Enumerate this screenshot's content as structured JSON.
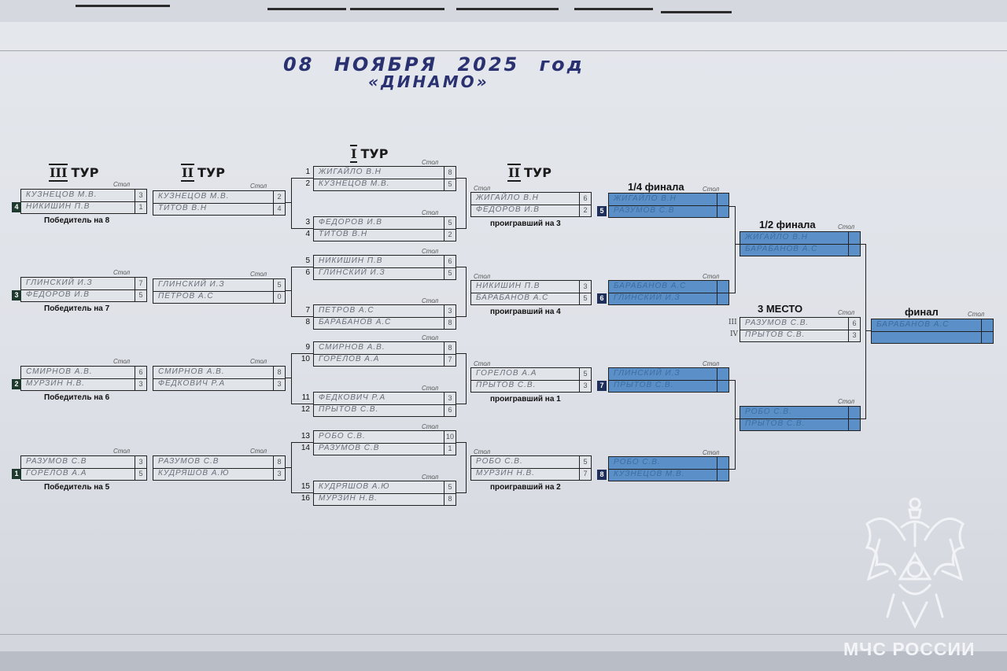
{
  "header": {
    "date": "08 НОЯБРЯ 2025 год",
    "venue": "«ДИНАМО»"
  },
  "rounds": {
    "r3": "ТУР",
    "r3_roman": "III",
    "r2_left": "ТУР",
    "r2_left_roman": "II",
    "r1": "ТУР",
    "r1_roman": "I",
    "r2_right": "ТУР",
    "r2_right_roman": "II"
  },
  "stages": {
    "quarter": "1/4 финала",
    "semi": "1/2 финала",
    "third": "3 МЕСТО",
    "final": "финал"
  },
  "notes": {
    "w8": "Победитель на 8",
    "w7": "Победитель на 7",
    "w6": "Победитель на 6",
    "w5": "Победитель на 5",
    "l3": "проигравший на 3",
    "l4": "проигравший на 4",
    "l1": "проигравший на 1",
    "l2": "проигравший на 2"
  },
  "round1": [
    {
      "n1": "1",
      "p1": "ЖИГАЙЛО В.Н",
      "s1": "8",
      "n2": "2",
      "p2": "КУЗНЕЦОВ М.В.",
      "s2": "5"
    },
    {
      "n1": "3",
      "p1": "ФЕДОРОВ И.В",
      "s1": "5",
      "n2": "4",
      "p2": "ТИТОВ В.Н",
      "s2": "2"
    },
    {
      "n1": "5",
      "p1": "НИКИШИН П.В",
      "s1": "6",
      "n2": "6",
      "p2": "ГЛИНСКИЙ И.З",
      "s2": "5"
    },
    {
      "n1": "7",
      "p1": "ПЕТРОВ А.С",
      "s1": "3",
      "n2": "8",
      "p2": "БАРАБАНОВ А.С",
      "s2": "8"
    },
    {
      "n1": "9",
      "p1": "СМИРНОВ А.В.",
      "s1": "8",
      "n2": "10",
      "p2": "ГОРЕЛОВ А.А",
      "s2": "7"
    },
    {
      "n1": "11",
      "p1": "ФЕДКОВИЧ Р.А",
      "s1": "3",
      "n2": "12",
      "p2": "ПРЫТОВ С.В.",
      "s2": "6"
    },
    {
      "n1": "13",
      "p1": "РОБО С.В.",
      "s1": "10",
      "n2": "14",
      "p2": "РАЗУМОВ С.В",
      "s2": "1"
    },
    {
      "n1": "15",
      "p1": "КУДРЯШОВ А.Ю",
      "s1": "5",
      "n2": "16",
      "p2": "МУРЗИН Н.В.",
      "s2": "8"
    }
  ],
  "round2_left": [
    {
      "p1": "КУЗНЕЦОВ М.В.",
      "s1": "2",
      "p2": "ТИТОВ В.Н",
      "s2": "4"
    },
    {
      "p1": "ГЛИНСКИЙ И.З",
      "s1": "5",
      "p2": "ПЕТРОВ А.С",
      "s2": "0"
    },
    {
      "p1": "СМИРНОВ А.В.",
      "s1": "8",
      "p2": "ФЕДКОВИЧ Р.А",
      "s2": "3"
    },
    {
      "p1": "РАЗУМОВ С.В",
      "s1": "8",
      "p2": "КУДРЯШОВ А.Ю",
      "s2": "3"
    }
  ],
  "round3_left": [
    {
      "seed": "4",
      "p1": "КУЗНЕЦОВ М.В.",
      "s1": "3",
      "p2": "НИКИШИН П.В",
      "s2": "1"
    },
    {
      "seed": "3",
      "p1": "ГЛИНСКИЙ И.З",
      "s1": "7",
      "p2": "ФЕДОРОВ И.В",
      "s2": "5"
    },
    {
      "seed": "2",
      "p1": "СМИРНОВ А.В.",
      "s1": "6",
      "p2": "МУРЗИН Н.В.",
      "s2": "3"
    },
    {
      "seed": "1",
      "p1": "РАЗУМОВ С.В",
      "s1": "3",
      "p2": "ГОРЕЛОВ А.А",
      "s2": "5"
    }
  ],
  "round2_right": [
    {
      "p1": "ЖИГАЙЛО В.Н",
      "s1": "6",
      "p2": "ФЕДОРОВ И.В",
      "s2": "2"
    },
    {
      "p1": "НИКИШИН П.В",
      "s1": "3",
      "p2": "БАРАБАНОВ А.С",
      "s2": "5"
    },
    {
      "p1": "ГОРЕЛОВ А.А",
      "s1": "5",
      "p2": "ПРЫТОВ С.В.",
      "s2": "3"
    },
    {
      "p1": "РОБО С.В.",
      "s1": "5",
      "p2": "МУРЗИН Н.В.",
      "s2": "7"
    }
  ],
  "quarter": [
    {
      "seed": "5",
      "p1": "ЖИГАЙЛО В.Н",
      "p2": "РАЗУМОВ С.В"
    },
    {
      "seed": "6",
      "p1": "БАРАБАНОВ А.С",
      "p2": "ГЛИНСКИЙ И.З"
    },
    {
      "seed": "7",
      "p1": "ГЛИНСКИЙ И.З",
      "p2": "ПРЫТОВ С.В."
    },
    {
      "seed": "8",
      "p1": "РОБО С.В.",
      "p2": "КУЗНЕЦОВ М.В."
    }
  ],
  "semi": [
    {
      "p1": "ЖИГАЙЛО В.Н",
      "p2": "БАРАБАНОВ А.С"
    },
    {
      "p1": "РОБО С.В.",
      "p2": "ПРЫТОВ С.В."
    }
  ],
  "third_place": {
    "p1": "РАЗУМОВ С.В.",
    "s1": "6",
    "p2": "ПРЫТОВ С.В.",
    "s2": "3"
  },
  "final": {
    "p1": "БАРАБАНОВ А.С"
  },
  "brand": "МЧС РОССИИ",
  "logo_icon": "emblem-eagle-icon"
}
